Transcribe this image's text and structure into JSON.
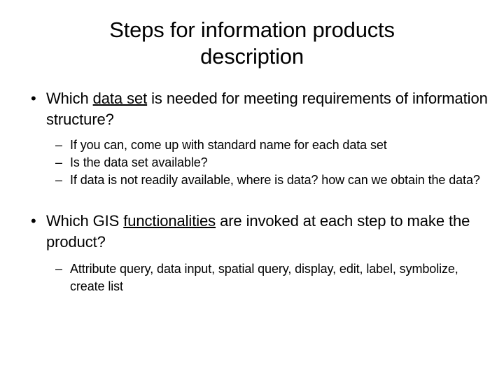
{
  "slide": {
    "title": "Steps for information products description",
    "title_lines": [
      "Steps for information products",
      "description"
    ],
    "background_color": "#ffffff",
    "text_color": "#000000",
    "bullet_marker_level1": "•",
    "bullet_marker_level2": "–",
    "content": [
      {
        "level": 1,
        "marker": "•",
        "text_before": "Which ",
        "emphasis": "data set",
        "text_after": " is needed for meeting requirements of information structure?",
        "full_text": "Which data set is needed for meeting requirements of information structure?"
      },
      {
        "level": 2,
        "marker": "–",
        "full_text": "If you can, come up with standard name for each data set"
      },
      {
        "level": 2,
        "marker": "–",
        "full_text": "Is the data set available?"
      },
      {
        "level": 2,
        "marker": "–",
        "full_text": "If data is not readily available, where is data? how can we obtain the data?"
      },
      {
        "level": 1,
        "marker": "•",
        "text_before": "Which GIS ",
        "emphasis": "functionalities",
        "text_after": " are invoked at each step to make the product?",
        "full_text": "Which GIS functionalities are invoked at each step to make the product?"
      },
      {
        "level": 2,
        "marker": "–",
        "full_text": "Attribute query, data input, spatial query, display, edit, label, symbolize, create list"
      }
    ]
  }
}
